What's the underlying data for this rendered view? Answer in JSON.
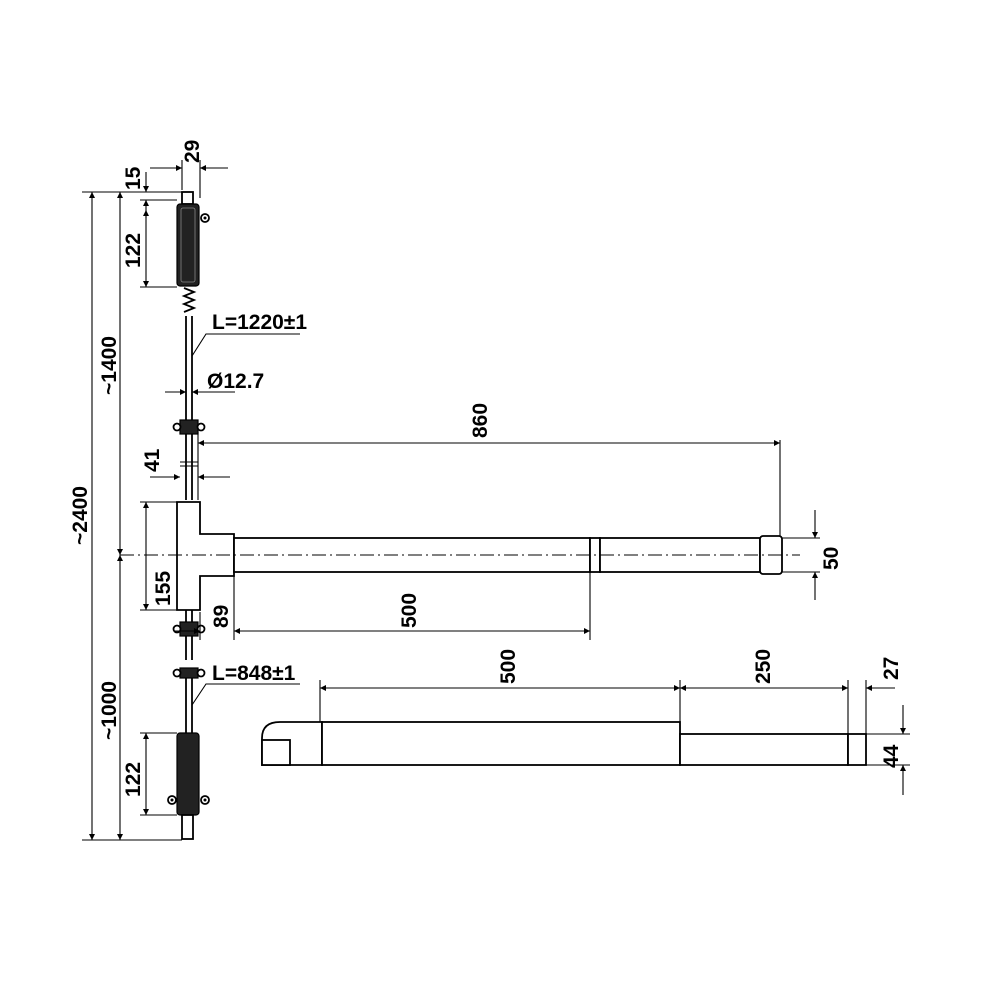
{
  "diagram": {
    "dimensions": {
      "top_width": "29",
      "top_offset": "15",
      "top_housing_height": "122",
      "upper_rod_length": "L=1220±1",
      "rod_diameter": "Ø12.7",
      "upper_length": "~1400",
      "overall_length": "~2400",
      "lower_length": "~1000",
      "guide_offset": "41",
      "bar_total_length": "860",
      "bar_height": "50",
      "center_block_height": "155",
      "center_block_width": "89",
      "push_bar_length": "500",
      "lower_rod_length": "L=848±1",
      "bottom_housing_height": "122",
      "side_view_length_1": "500",
      "side_view_length_2": "250",
      "side_view_end": "27",
      "side_view_height": "44"
    },
    "colors": {
      "line": "#000000",
      "fill": "#ffffff",
      "dark_part": "#222222"
    }
  }
}
